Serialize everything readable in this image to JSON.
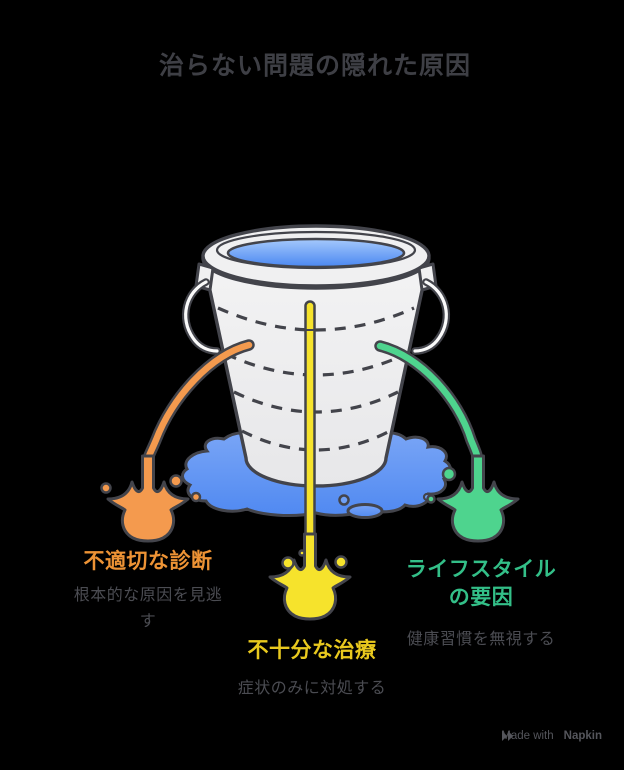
{
  "title": "治らない問題の隠れた原因",
  "causes": [
    {
      "id": "inappropriate-diagnosis",
      "label": "不適切な診断",
      "description": "根本的な原因を見逃す",
      "text_color": "#ED9335",
      "liquid_color": "#F49A4E"
    },
    {
      "id": "insufficient-treatment",
      "label": "不十分な治療",
      "description": "症状のみに対処する",
      "text_color": "#E9C91E",
      "liquid_color": "#F6E32C"
    },
    {
      "id": "lifestyle-factors",
      "label": "ライフスタイルの要因",
      "description": "健康習慣を無視する",
      "text_color": "#33BF88",
      "liquid_color": "#4ED48E"
    }
  ],
  "illustration": {
    "subject": "leaking-bucket",
    "outline_color": "#43444B",
    "bucket_fill": "#F0F0F1",
    "water_color_top": "#A5C9FC",
    "water_color_bottom": "#4A87F1",
    "puddle_color_top": "#79A5F6",
    "puddle_color_bottom": "#5089F1"
  },
  "footer": {
    "made_with": "Made with",
    "brand": "Napkin"
  }
}
